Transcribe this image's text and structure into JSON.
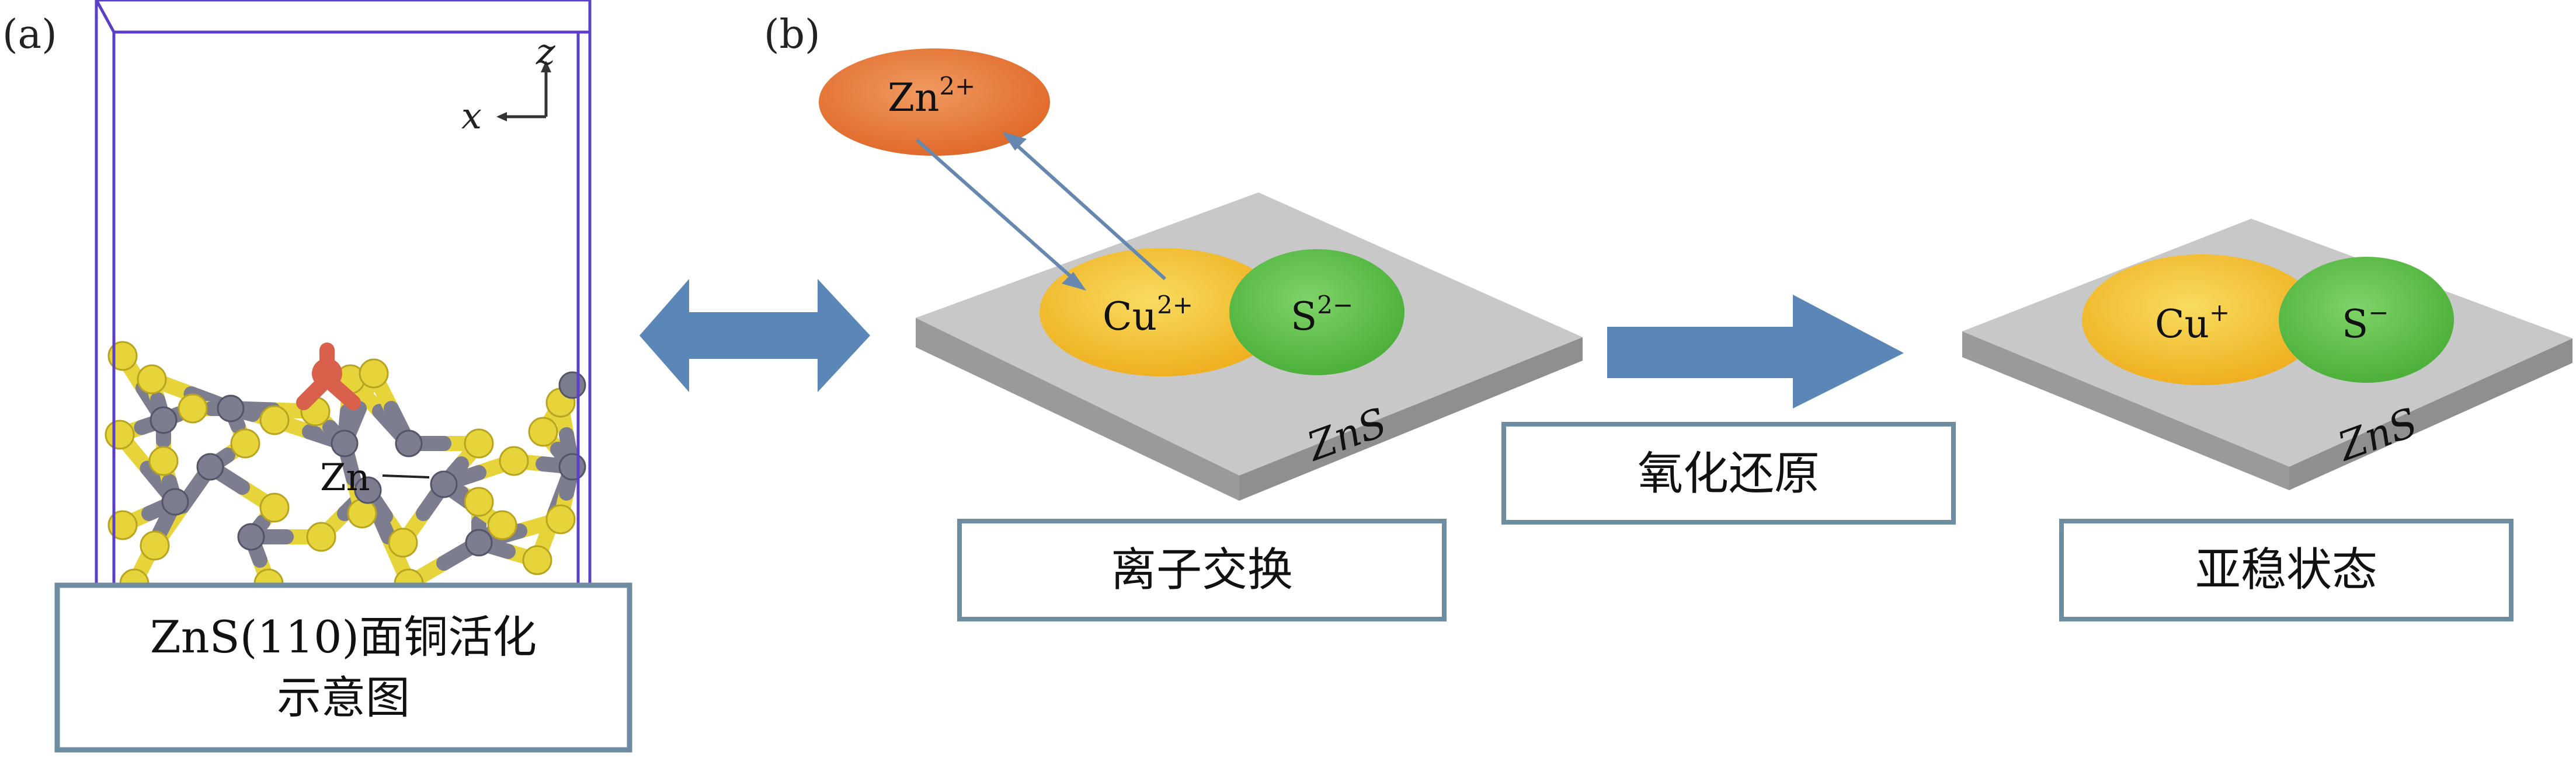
{
  "panels": {
    "a": {
      "label": "(a)",
      "axis_z": "z",
      "axis_x": "x",
      "atom_label": "Zn",
      "caption_line1": "ZnS(110)面铜活化",
      "caption_line2": "示意图"
    },
    "b": {
      "label": "(b)",
      "ion_zn": "Zn",
      "ion_zn_charge": "2+",
      "ion_cu": "Cu",
      "ion_cu_charge": "2+",
      "ion_s": "S",
      "ion_s_charge": "2−",
      "substrate_label": "ZnS",
      "step1_caption": "离子交换",
      "step2_caption": "氧化还原",
      "final_cu": "Cu",
      "final_cu_charge": "+",
      "final_s": "S",
      "final_s_charge": "−",
      "final_substrate_label": "ZnS",
      "final_caption": "亚稳状态"
    }
  },
  "colors": {
    "cell_edge": "#5b3fc8",
    "sulfur": "#e6d43a",
    "zinc": "#7d7d90",
    "copper": "#d9604a",
    "zn_ion": "#e8743a",
    "cu_ion": "#f0c030",
    "s_ion": "#5cc04a",
    "slab_top": "#c6c6c6",
    "slab_side": "#8e8e8e",
    "arrow": "#5a86b8",
    "box_border": "#6f8da0"
  }
}
